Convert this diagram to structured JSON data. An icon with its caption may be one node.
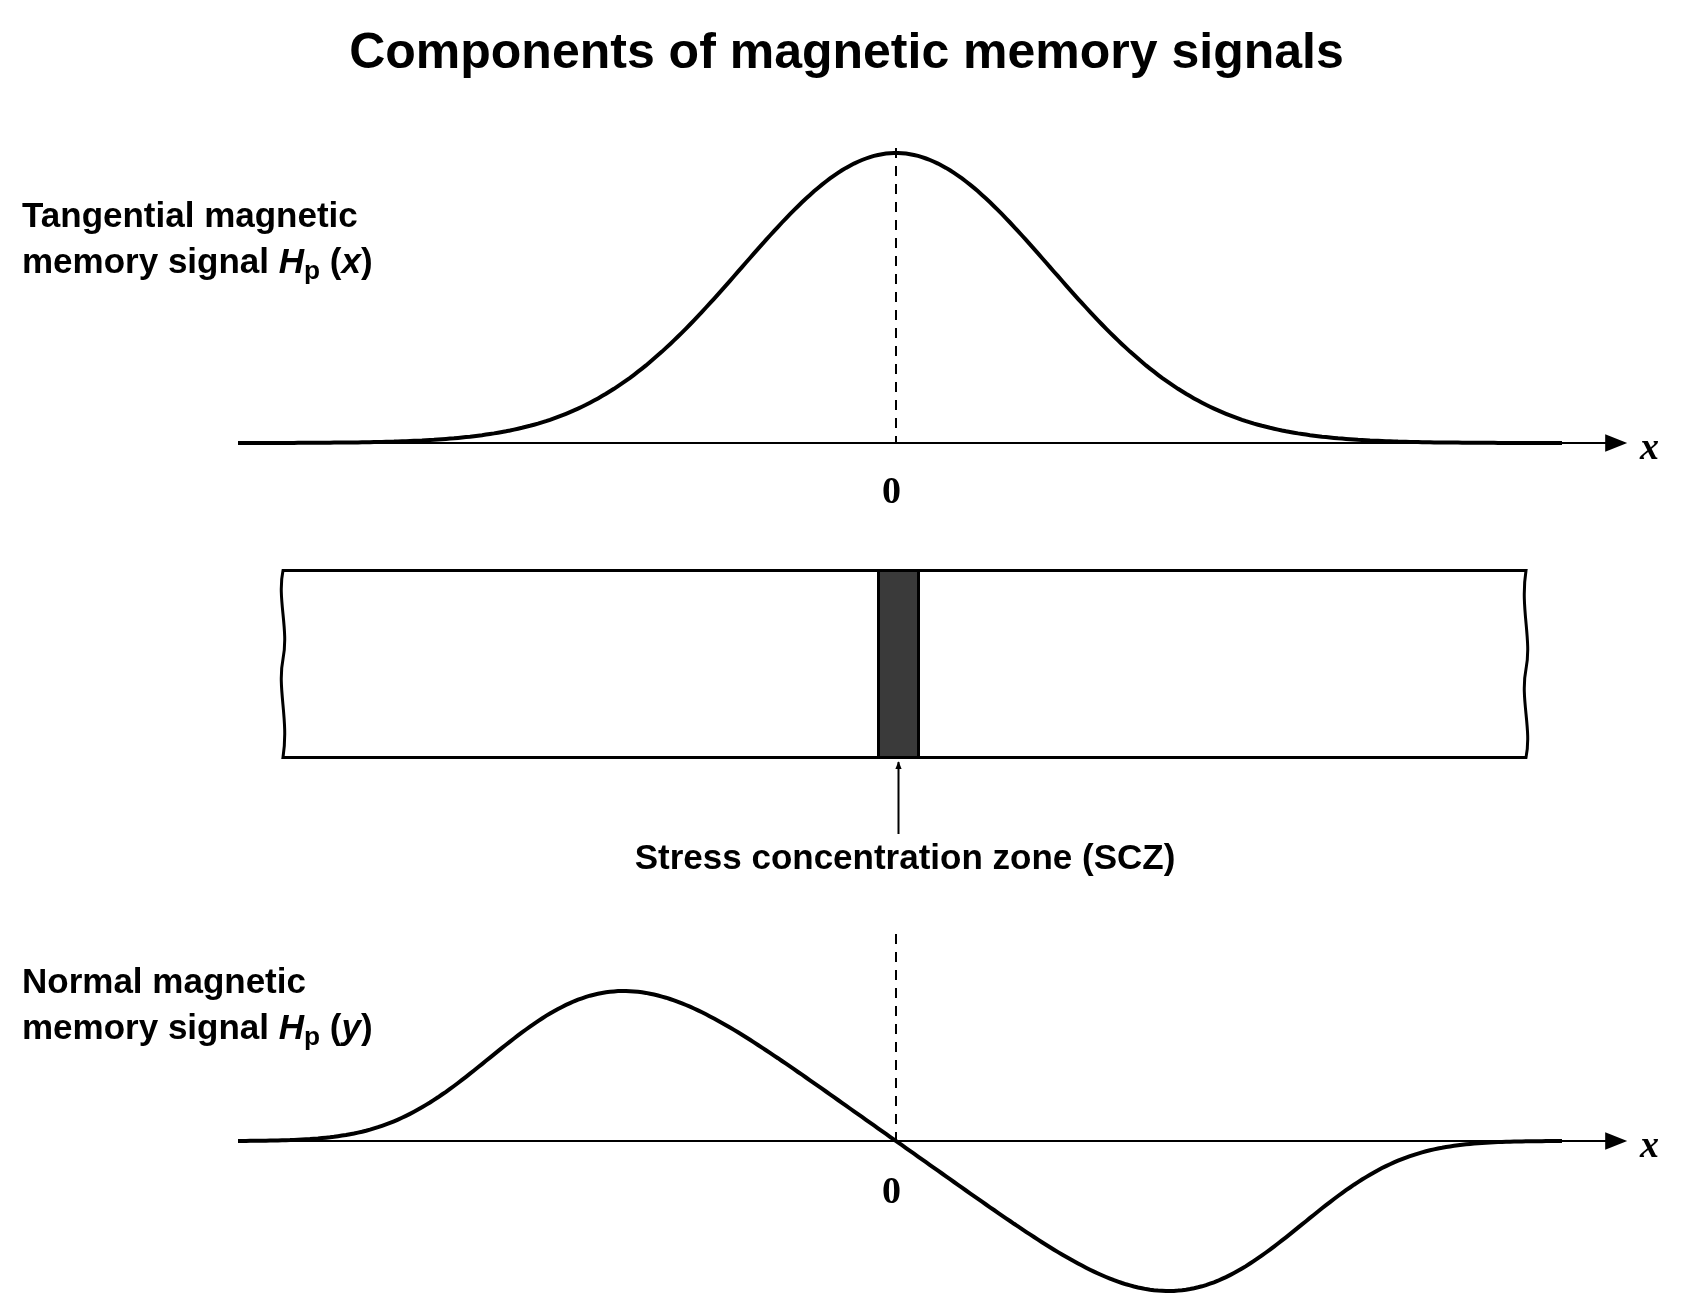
{
  "diagram": {
    "title": "Components of magnetic memory signals",
    "nodes": [
      {
        "text": [],
        "shape": "bar"
      },
      {
        "text": [],
        "shape": "bar",
        "in": 0
      },
      {
        "text": [
          "Stress concentration zone (SCZ)"
        ]
      }
    ],
    "edges": [
      {
        "from": 2,
        "to": 1,
        "arrow": "to"
      }
    ],
    "labels": [
      "Tangential magnetic memory signal *H*$_{p}$ (*x*)",
      "x",
      "0",
      "Normal magnetic memory signal *H*$_{p}$ (*y*)",
      "0",
      "x"
    ]
  }
}
